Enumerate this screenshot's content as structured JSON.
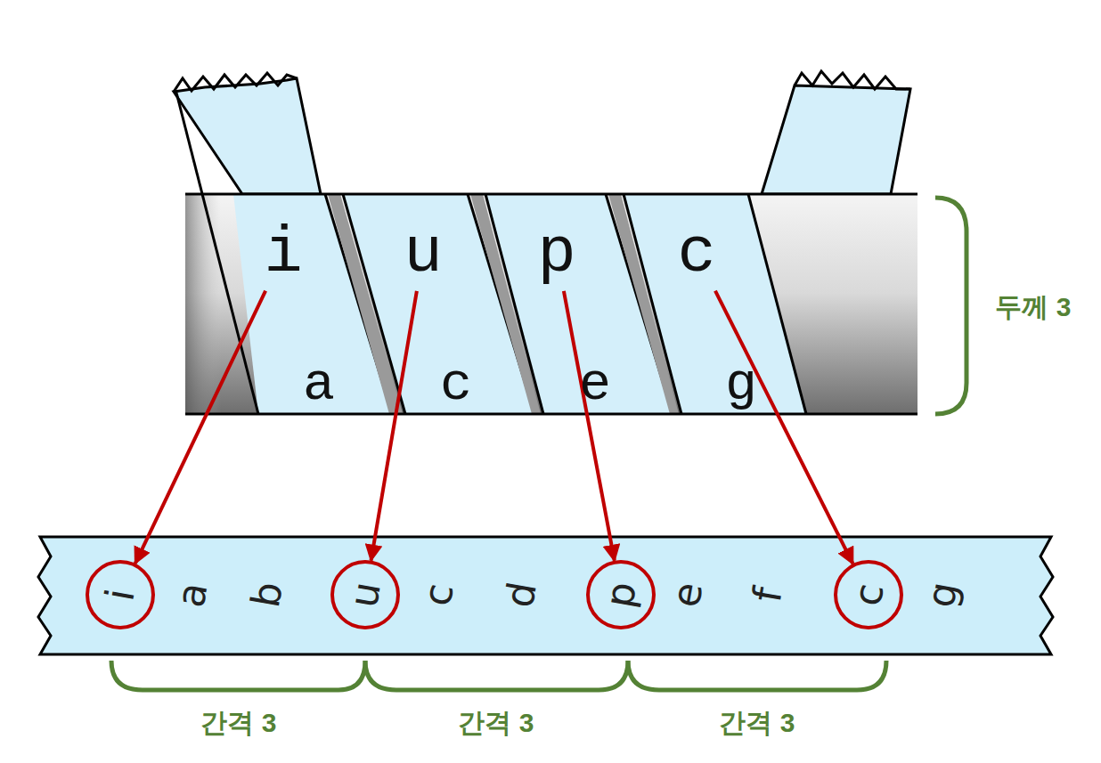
{
  "diagram": {
    "nodes": [
      {
        "text": [
          "i"
        ]
      },
      {
        "text": [
          "u"
        ]
      },
      {
        "text": [
          "p"
        ]
      },
      {
        "text": [
          "c"
        ]
      },
      {
        "text": [
          "i"
        ]
      },
      {
        "text": [
          "u"
        ]
      },
      {
        "text": [
          "p"
        ]
      },
      {
        "text": [
          "c"
        ]
      }
    ],
    "edges": [
      {
        "from": 0,
        "to": 4,
        "arrow": "to"
      },
      {
        "from": 1,
        "to": 5,
        "arrow": "to"
      },
      {
        "from": 2,
        "to": 6,
        "arrow": "to"
      },
      {
        "from": 3,
        "to": 7,
        "arrow": "to"
      }
    ],
    "labels": [
      "a",
      "c",
      "e",
      "g",
      "두께 3",
      "a",
      "b",
      "c",
      "d",
      "e",
      "f",
      "g",
      "간격 3",
      "간격 3",
      "간격 3"
    ]
  }
}
